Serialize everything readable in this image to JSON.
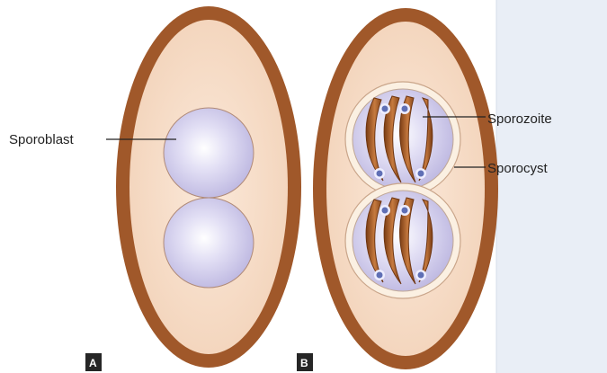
{
  "labels": {
    "sporoblast": "Sporoblast",
    "sporozoite": "Sporozoite",
    "sporocyst": "Sporocyst"
  },
  "panels": {
    "a": "A",
    "b": "B"
  },
  "colors": {
    "oocyst_wall": "#a0582a",
    "oocyst_interior": "#f6dcc6",
    "sporoblast": "#cdc9ea",
    "sporocyst_wall": "#fbf0e2",
    "sporozoite": "#a0561f",
    "nucleus": "#5f6fb5",
    "panel_badge": "#262626",
    "right_strip": "#e8eef7"
  }
}
